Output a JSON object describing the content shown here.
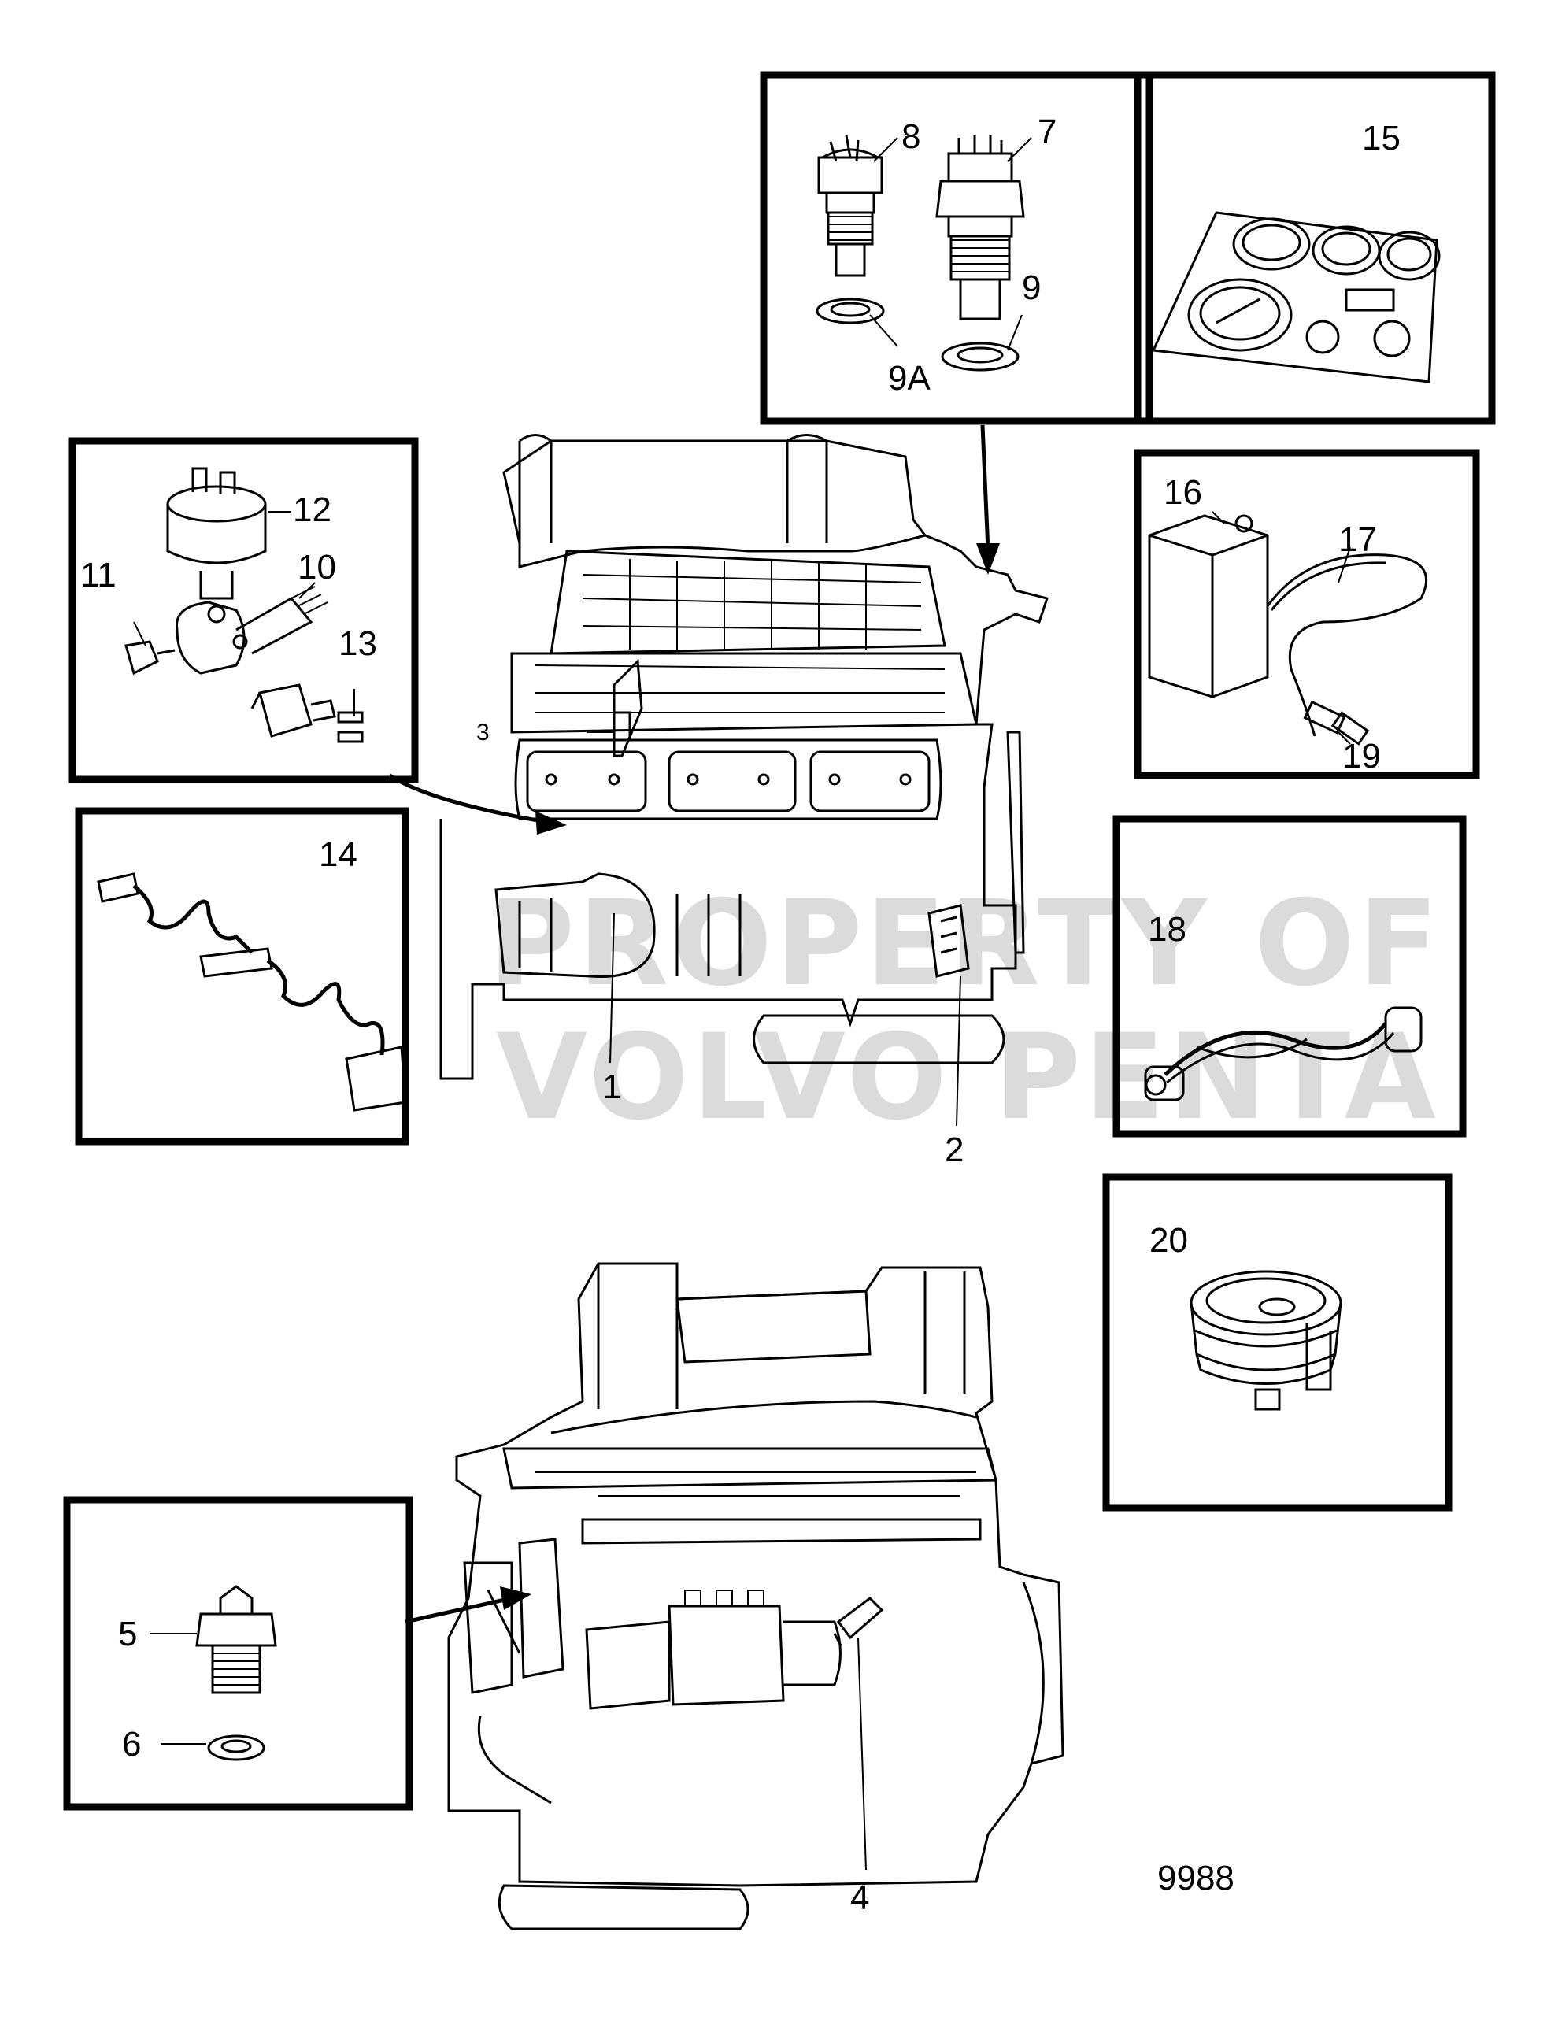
{
  "diagram": {
    "drawing_number": "9988",
    "watermark": [
      "PROPERTY OF",
      "VOLVO PENTA"
    ],
    "callouts": {
      "c1": "1",
      "c2": "2",
      "c3": "3",
      "c4": "4",
      "c5": "5",
      "c6": "6",
      "c7": "7",
      "c8": "8",
      "c9": "9",
      "c9a": "9A",
      "c10": "10",
      "c11": "11",
      "c12": "12",
      "c13": "13",
      "c14": "14",
      "c15": "15",
      "c16": "16",
      "c17": "17",
      "c18": "18",
      "c19": "19",
      "c20": "20"
    }
  }
}
